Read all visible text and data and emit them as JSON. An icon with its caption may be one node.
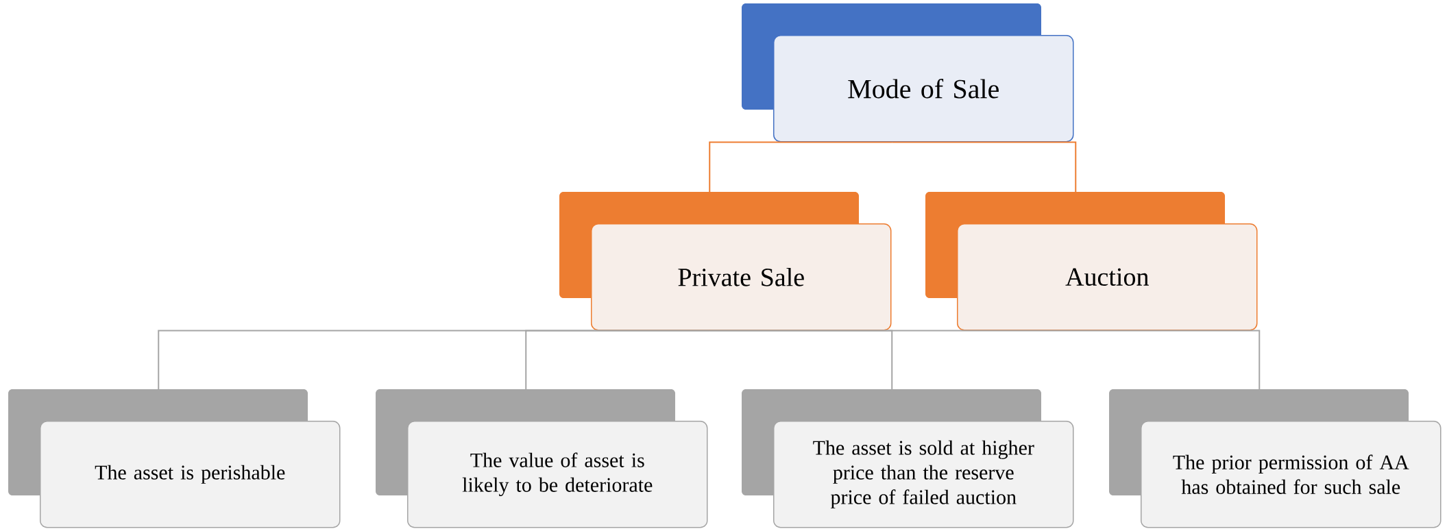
{
  "diagram": {
    "nodes": [
      {
        "text": [
          "Mode of Sale"
        ]
      },
      {
        "text": [
          "Private Sale"
        ]
      },
      {
        "text": [
          "Auction"
        ]
      },
      {
        "text": [
          "The asset is perishable"
        ]
      },
      {
        "text": [
          "The value of asset is likely to be deteriorate"
        ]
      },
      {
        "text": [
          "The asset is sold at higher price than the reserve price of failed auction"
        ]
      },
      {
        "text": [
          "The prior permission of AA has obtained for such sale"
        ]
      }
    ],
    "edges": [
      {
        "from": 0,
        "to": 1,
        "arrow": "none",
        "color": "#ed7d31"
      },
      {
        "from": 0,
        "to": 2,
        "arrow": "none",
        "color": "#ed7d31"
      },
      {
        "from": 1,
        "to": 3,
        "arrow": "none"
      },
      {
        "from": 1,
        "to": 4,
        "arrow": "none"
      },
      {
        "from": 1,
        "to": 5,
        "arrow": "none"
      },
      {
        "from": 1,
        "to": 6,
        "arrow": "none"
      }
    ]
  }
}
